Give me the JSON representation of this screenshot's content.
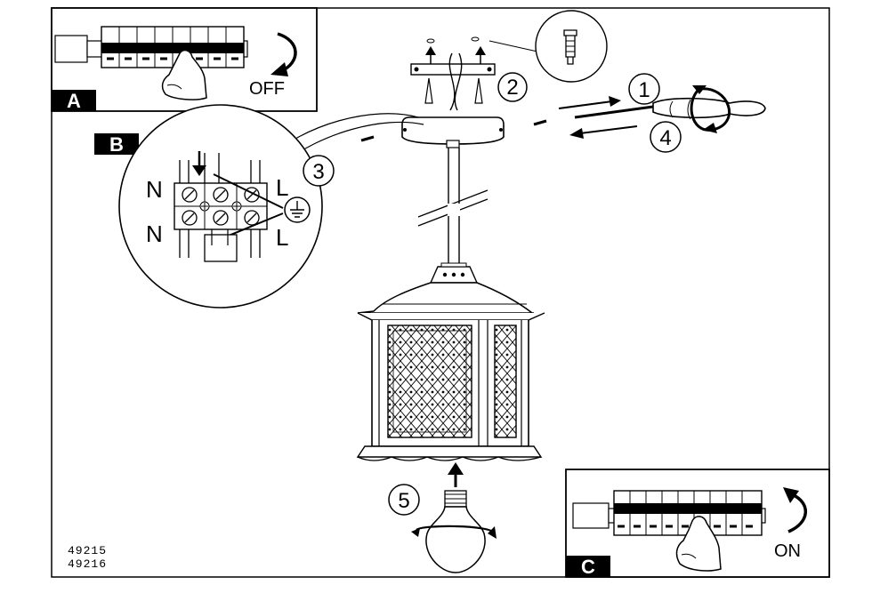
{
  "panels": {
    "a": {
      "badge": "A",
      "action": "OFF"
    },
    "b": {
      "badge": "B",
      "wire_left_top": "N",
      "wire_left_bottom": "N",
      "wire_right_top": "L",
      "wire_right_bottom": "L"
    },
    "c": {
      "badge": "C",
      "action": "ON"
    }
  },
  "steps": [
    "1",
    "2",
    "3",
    "4",
    "5"
  ],
  "models": [
    "49215",
    "49216"
  ],
  "icons": [
    "switch-off-icon",
    "switch-on-icon",
    "ground-symbol-icon",
    "screwdriver-icon",
    "rotate-arrow-icon",
    "bulb-icon",
    "wall-plug-icon"
  ],
  "colors": {
    "ink": "#000000",
    "paper": "#ffffff",
    "light": "#e9e9e9"
  }
}
